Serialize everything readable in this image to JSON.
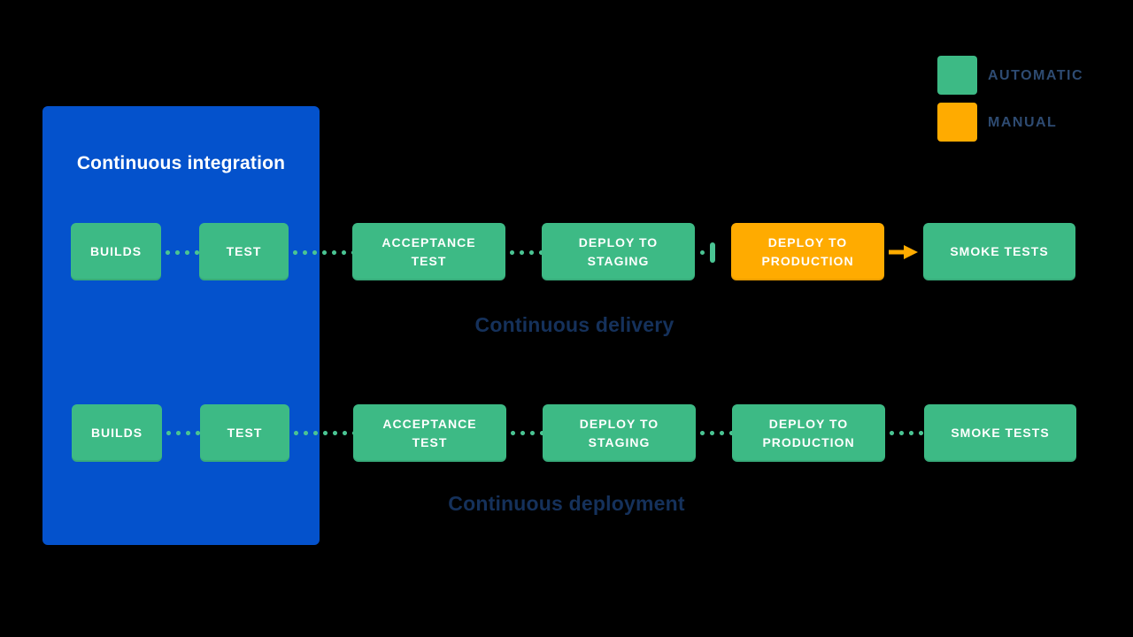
{
  "colors": {
    "background": "#000000",
    "blue": "#0452CC",
    "green": "#3DBA85",
    "orange": "#FFAB00",
    "dot_green": "#4AC493",
    "navy": "#15315B",
    "legend_text": "#2E4B72"
  },
  "ci_box": {
    "title": "Continuous integration"
  },
  "legend": {
    "items": [
      {
        "label": "AUTOMATIC",
        "type": "automatic",
        "color": "#3DBA85"
      },
      {
        "label": "MANUAL",
        "type": "manual",
        "color": "#FFAB00"
      }
    ]
  },
  "pipelines": [
    {
      "label": "Continuous delivery",
      "stages": [
        {
          "label": "BUILDS",
          "type": "automatic"
        },
        {
          "label": "TEST",
          "type": "automatic"
        },
        {
          "label": "ACCEPTANCE TEST",
          "type": "automatic"
        },
        {
          "label": "DEPLOY TO STAGING",
          "type": "automatic"
        },
        {
          "label": "DEPLOY TO PRODUCTION",
          "type": "manual"
        },
        {
          "label": "SMOKE TESTS",
          "type": "automatic"
        }
      ],
      "connectors": [
        "dotted",
        "dotted",
        "dotted",
        "manual-gate",
        "arrow"
      ]
    },
    {
      "label": "Continuous deployment",
      "stages": [
        {
          "label": "BUILDS",
          "type": "automatic"
        },
        {
          "label": "TEST",
          "type": "automatic"
        },
        {
          "label": "ACCEPTANCE TEST",
          "type": "automatic"
        },
        {
          "label": "DEPLOY TO STAGING",
          "type": "automatic"
        },
        {
          "label": "DEPLOY TO PRODUCTION",
          "type": "automatic"
        },
        {
          "label": "SMOKE TESTS",
          "type": "automatic"
        }
      ],
      "connectors": [
        "dotted",
        "dotted",
        "dotted",
        "dotted",
        "dotted"
      ]
    }
  ]
}
